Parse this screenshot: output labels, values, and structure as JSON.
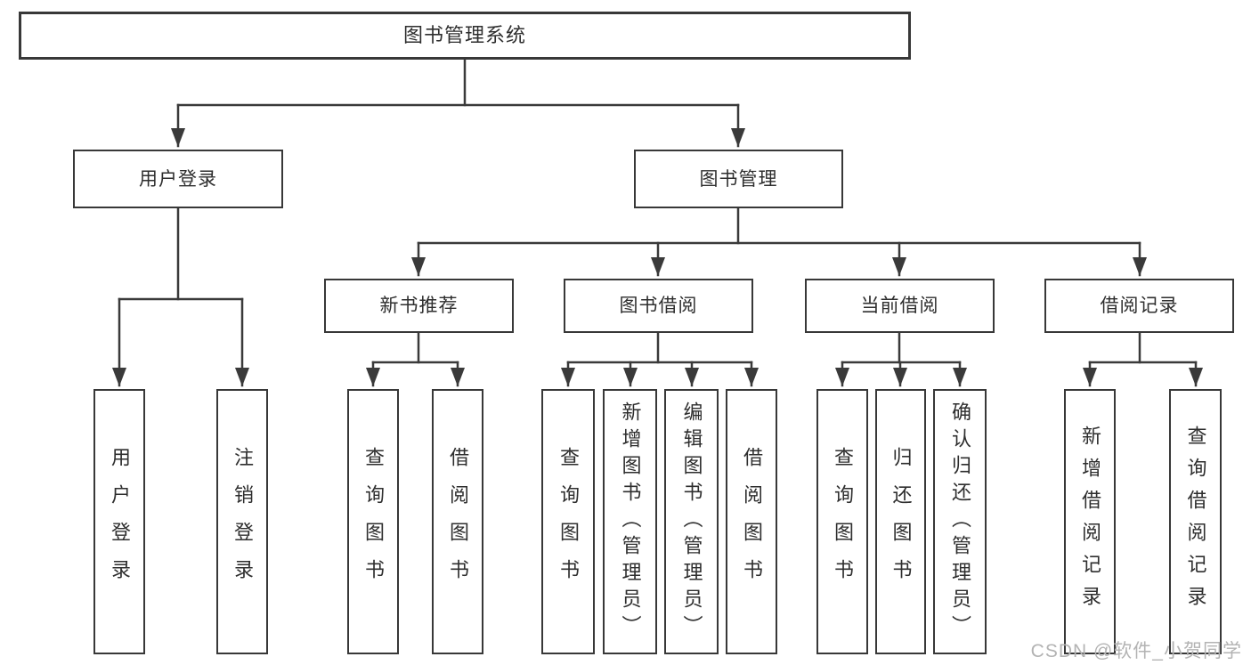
{
  "colors": {
    "line": "#3a3a3a",
    "box_border": "#383838",
    "text": "#2e2e2e",
    "watermark": "#b3b3b3",
    "background": "#ffffff"
  },
  "diagram_type": "hierarchy-tree",
  "root": "图书管理系统",
  "level2": [
    "用户登录",
    "图书管理"
  ],
  "level3": [
    "新书推荐",
    "图书借阅",
    "当前借阅",
    "借阅记录"
  ],
  "leaves": {
    "login": [
      "用户登录",
      "注销登录"
    ],
    "recommend": [
      "查询图书",
      "借阅图书"
    ],
    "borrow": [
      "查询图书",
      "新增图书（管理员）",
      "编辑图书（管理员）",
      "借阅图书"
    ],
    "current": [
      "查询图书",
      "归还图书",
      "确认归还（管理员）"
    ],
    "records": [
      "新增借阅记录",
      "查询借阅记录"
    ]
  },
  "watermark": "CSDN @软件_小贺同学"
}
